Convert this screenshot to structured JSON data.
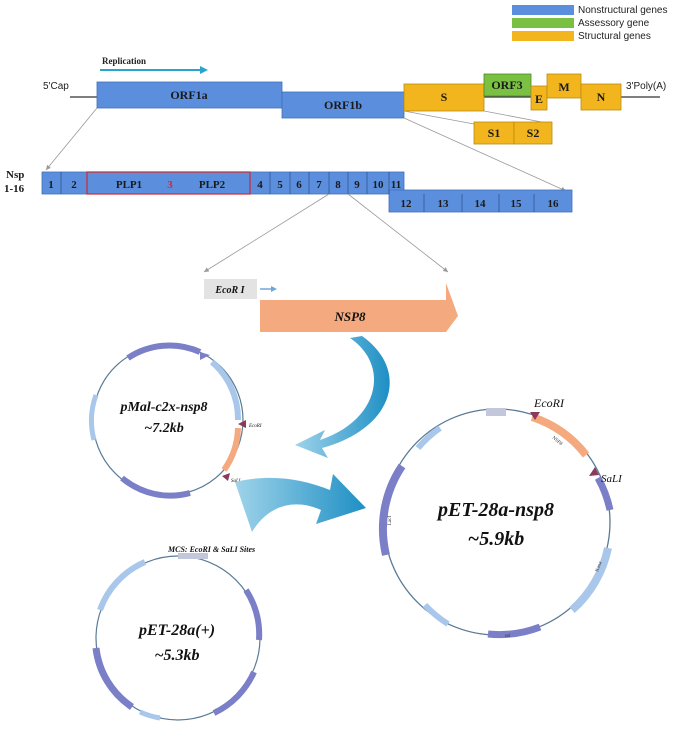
{
  "legend": [
    {
      "label": "Nonstructural genes",
      "color": "#5b8fde"
    },
    {
      "label": "Assessory gene",
      "color": "#7ac143"
    },
    {
      "label": "Structural genes",
      "color": "#f2b51d"
    }
  ],
  "genome": {
    "five_prime": "5'Cap",
    "three_prime": "3'Poly(A)",
    "replication": "Replication",
    "orf1a": "ORF1a",
    "orf1b": "ORF1b",
    "s": "S",
    "orf3": "ORF3",
    "e": "E",
    "m": "M",
    "n": "N",
    "s1": "S1",
    "s2": "S2"
  },
  "nsp": {
    "label_line1": "Nsp",
    "label_line2": "1-16",
    "n1": "1",
    "n2": "2",
    "plp1": "PLP1",
    "n3": "3",
    "plp2": "PLP2",
    "n4": "4",
    "n5": "5",
    "n6": "6",
    "n7": "7",
    "n8": "8",
    "n9": "9",
    "n10": "10",
    "n11": "11",
    "n12": "12",
    "n13": "13",
    "n14": "14",
    "n15": "15",
    "n16": "16"
  },
  "insert": {
    "ecori": "EcoR I",
    "nsp8": "NSP8"
  },
  "plasmids": {
    "pmal_name": "pMal-c2x-nsp8",
    "pmal_size": "~7.2kb",
    "pmal_ecori": "EcoRI",
    "pmal_sali": "SaLI",
    "pet_name": "pET-28a(+)",
    "pet_size": "~5.3kb",
    "mcs": "MCS: EcoRI & SaLI  Sites",
    "final_name": "pET-28a-nsp8",
    "final_size": "~5.9kb",
    "final_ecori": "EcoRI",
    "final_sali": "SaLI",
    "final_nsp8": "NSP8",
    "final_laci": "LacI",
    "final_kana": "Kana",
    "final_ori": "ori"
  },
  "colors": {
    "nonstructural": "#5b8fde",
    "accessory": "#7ac143",
    "structural": "#f2b51d",
    "insert_orange": "#f4a97e",
    "teal_arrow": "#2aa3cf"
  }
}
